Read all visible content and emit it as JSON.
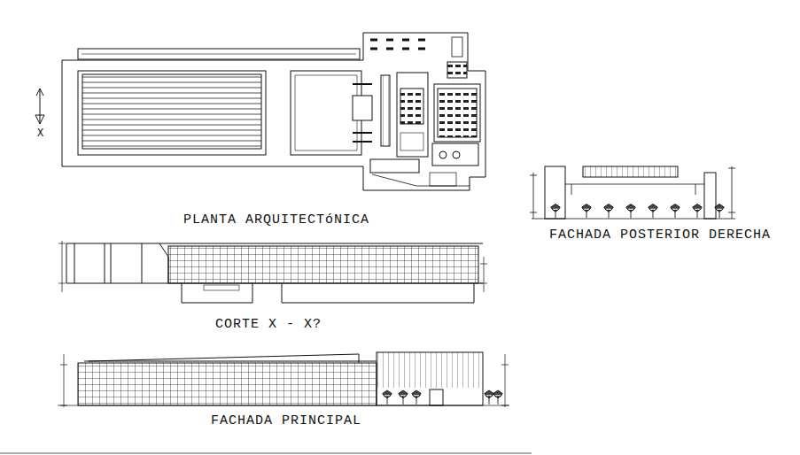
{
  "diagram": {
    "labels": [
      "PLANTA ARQUITECTóNICA",
      "CORTE X - X?",
      "FACHADA PRINCIPAL",
      "FACHADA POSTERIOR DERECHA",
      "X"
    ]
  }
}
